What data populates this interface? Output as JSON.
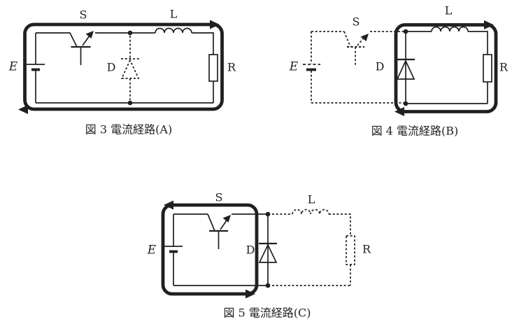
{
  "page": {
    "background": "#ffffff",
    "ink_color": "#231f20",
    "description_style": "three circuit diagrams showing chopper-circuit current paths"
  },
  "figures": [
    {
      "caption": "図 3 電流経路(A)",
      "labels": {
        "source": "E",
        "switch": "S",
        "diode": "D",
        "inductor": "L",
        "resistor": "R"
      },
      "components": [
        {
          "ref": "E",
          "type": "battery",
          "style": "solid"
        },
        {
          "ref": "S",
          "type": "transistor-switch",
          "style": "solid"
        },
        {
          "ref": "D",
          "type": "diode",
          "style": "dashed"
        },
        {
          "ref": "L",
          "type": "inductor",
          "style": "solid"
        },
        {
          "ref": "R",
          "type": "resistor",
          "style": "solid"
        }
      ],
      "current_path": "thick clockwise loop through E, S, L, R"
    },
    {
      "caption": "図 4 電流経路(B)",
      "labels": {
        "source": "E",
        "switch": "S",
        "diode": "D",
        "inductor": "L",
        "resistor": "R"
      },
      "components": [
        {
          "ref": "E",
          "type": "battery",
          "style": "dashed"
        },
        {
          "ref": "S",
          "type": "transistor-switch",
          "style": "dashed"
        },
        {
          "ref": "D",
          "type": "diode",
          "style": "solid"
        },
        {
          "ref": "L",
          "type": "inductor",
          "style": "solid"
        },
        {
          "ref": "R",
          "type": "resistor",
          "style": "solid"
        }
      ],
      "current_path": "thick clockwise loop through D, L, R"
    },
    {
      "caption": "図 5 電流経路(C)",
      "labels": {
        "source": "E",
        "switch": "S",
        "diode": "D",
        "inductor": "L",
        "resistor": "R"
      },
      "components": [
        {
          "ref": "E",
          "type": "battery",
          "style": "solid"
        },
        {
          "ref": "S",
          "type": "transistor-switch",
          "style": "solid"
        },
        {
          "ref": "D",
          "type": "diode",
          "style": "solid"
        },
        {
          "ref": "L",
          "type": "inductor",
          "style": "dashed"
        },
        {
          "ref": "R",
          "type": "resistor",
          "style": "dashed"
        }
      ],
      "current_path": "thick counter-clockwise loop through E, S, D"
    }
  ]
}
